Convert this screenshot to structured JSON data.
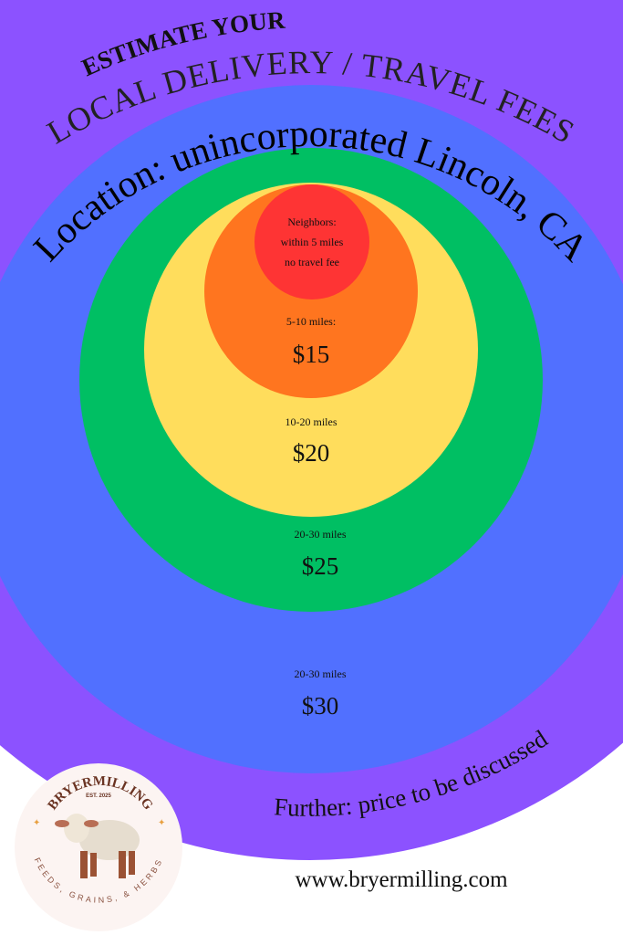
{
  "header": {
    "line1": "ESTIMATE YOUR",
    "line2": "LOCAL DELIVERY / TRAVEL FEES",
    "location": "Location:  unincorporated  Lincoln, CA"
  },
  "zones": [
    {
      "id": "neighbors",
      "color": "#fe3434",
      "lines": [
        "Neighbors:",
        "within 5 miles",
        "no travel fee"
      ]
    },
    {
      "id": "zone-5-10",
      "color": "#ff751f",
      "range": "5-10 miles:",
      "price": "$15"
    },
    {
      "id": "zone-10-20",
      "color": "#ffdd5c",
      "range": "10-20 miles",
      "price": "$20"
    },
    {
      "id": "zone-20-30",
      "color": "#00bf63",
      "range": "20-30 miles",
      "price": "$25"
    },
    {
      "id": "zone-outer",
      "color": "#5170ff",
      "range": "20-30 miles",
      "price": "$30"
    }
  ],
  "further": "Further: price to be discussed",
  "background_color": "#8c52ff",
  "logo": {
    "name": "BRYERMILLING",
    "est": "EST. 2025",
    "tagline": "FEEDS, GRAINS, & HERBS"
  },
  "website": "www.bryermilling.com"
}
